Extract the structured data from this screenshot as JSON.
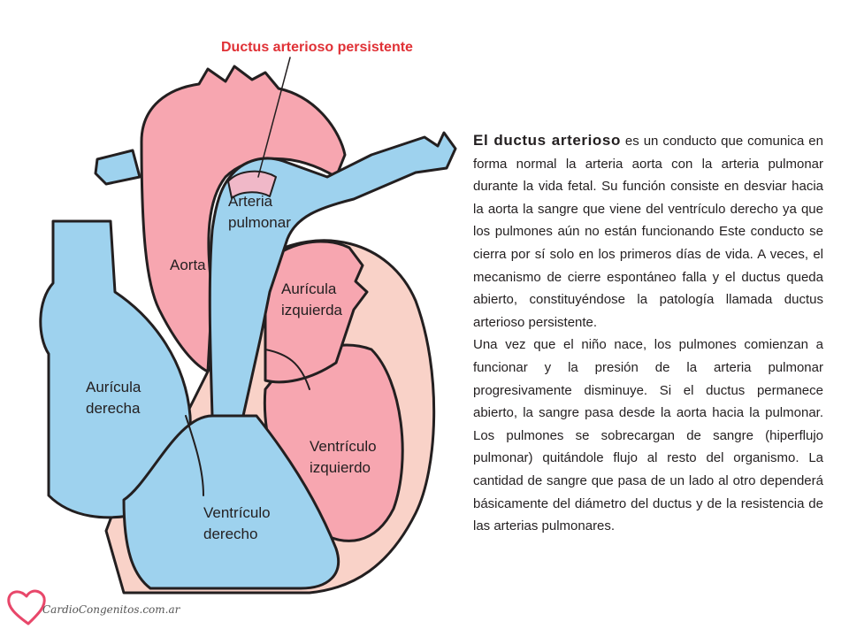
{
  "diagram": {
    "title": "Ductus arterioso persistente",
    "labels": {
      "aorta": "Aorta",
      "arteria_pulmonar_1": "Arteria",
      "arteria_pulmonar_2": "pulmonar",
      "auricula_izquierda_1": "Aurícula",
      "auricula_izquierda_2": "izquierda",
      "auricula_derecha_1": "Aurícula",
      "auricula_derecha_2": "derecha",
      "ventriculo_izquierdo_1": "Ventrículo",
      "ventriculo_izquierdo_2": "izquierdo",
      "ventriculo_derecho_1": "Ventrículo",
      "ventriculo_derecho_2": "derecho"
    },
    "colors": {
      "oxygenated": "#f7a6b0",
      "deoxygenated": "#9ed2ee",
      "muscle": "#f9d2c8",
      "outline": "#231f20",
      "title": "#e03136"
    }
  },
  "text": {
    "p1_bold": "El ductus arterioso",
    "p1_rest": " es un conducto que comunica en forma normal la arteria aorta con la arteria pulmonar durante la vida fetal. Su función consiste en desviar hacia la aorta la sangre que viene del ventrículo derecho ya que los pulmones aún no están funcionando Este conducto se cierra por sí solo en los primeros días de vida. A veces, el mecanismo de cierre espontáneo falla y el ductus queda abierto, constituyéndose la patología llamada ductus arterioso persistente.",
    "p2": "Una vez que el niño nace, los pulmones comienzan a funcionar y la presión de la arteria pulmonar progresivamente disminuye. Si el ductus permanece abierto, la sangre pasa desde la aorta hacia la pulmonar. Los pulmones se sobrecargan de sangre (hiperflujo pulmonar) quitándole flujo al resto del organismo. La cantidad de sangre que pasa de un lado al otro dependerá básicamente del diámetro del ductus y de la resistencia de las arterias pulmonares."
  },
  "footer": {
    "brand": "CardioCongenitos.com.ar",
    "logo_icon": "heart-outline-icon",
    "logo_color": "#e8476a"
  }
}
